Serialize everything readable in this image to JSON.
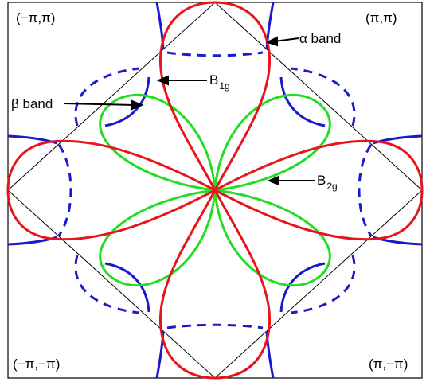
{
  "corners": {
    "top_left": "(−π,π)",
    "top_right": "(π,π)",
    "bottom_left": "(−π,−π)",
    "bottom_right": "(π,−π)"
  },
  "labels": {
    "alpha_band": "α band",
    "beta_band": "β band",
    "b1g_main": "B",
    "b1g_sub": "1g",
    "b2g_main": "B",
    "b2g_sub": "2g"
  },
  "colors": {
    "frame": "#000000",
    "diamond": "#000000",
    "red": "#e8141c",
    "green": "#22dd22",
    "blue": "#1a1acc"
  }
}
